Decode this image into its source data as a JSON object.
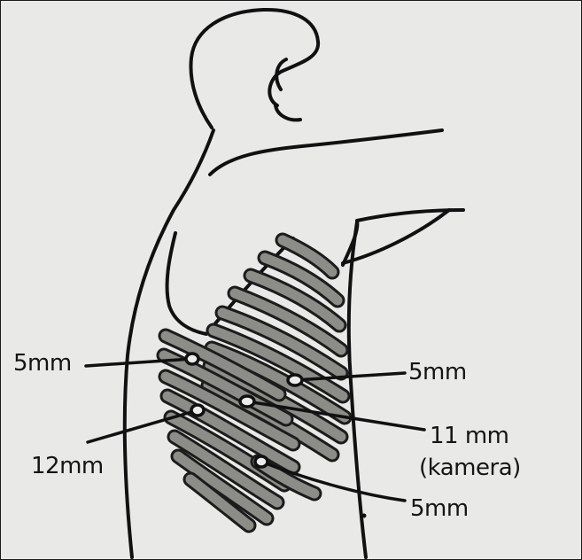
{
  "labels": {
    "left_top": "5mm",
    "left_bottom": "12mm",
    "right_top": "5mm",
    "right_camera_size": "11 mm",
    "right_camera_name": "(kamera)",
    "right_bottom": "5mm"
  },
  "colors": {
    "paper": "#e9e9e7",
    "ink": "#111111",
    "rib_gray": "#8c8c88"
  }
}
